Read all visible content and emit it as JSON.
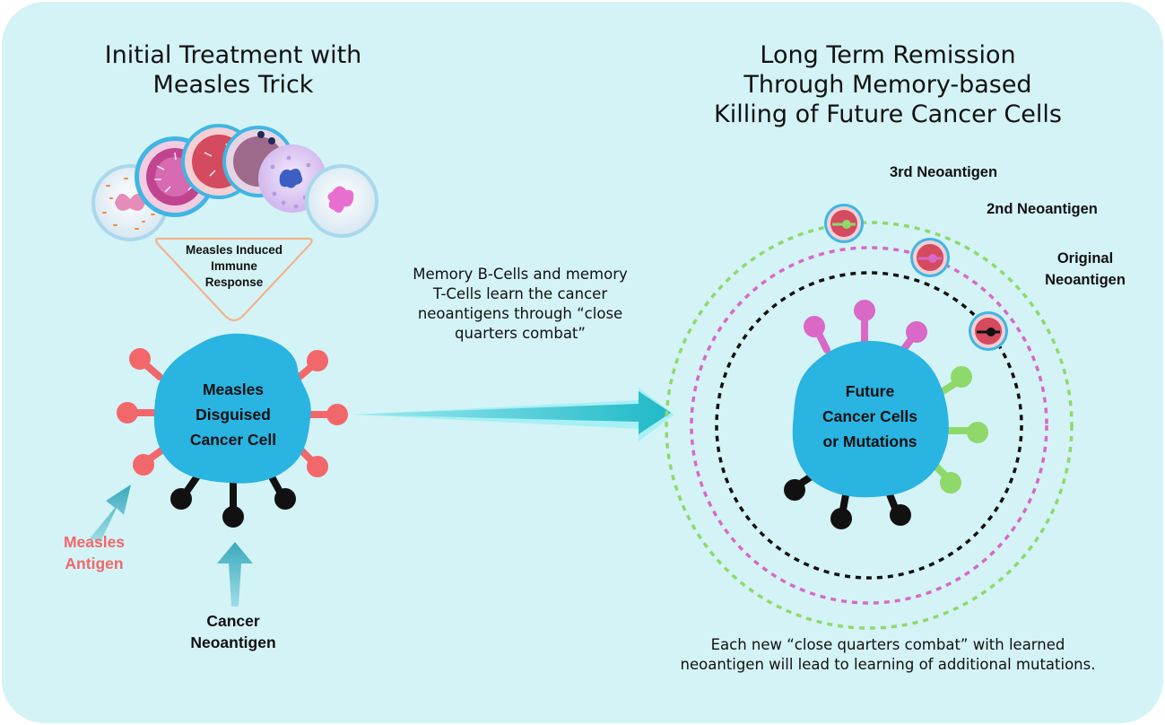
{
  "left": {
    "title_line1": "Initial Treatment with",
    "title_line2": "Measles Trick",
    "immune_label_line1": "Measles Induced",
    "immune_label_line2": "Immune",
    "immune_label_line3": "Response",
    "cell_label_line1": "Measles",
    "cell_label_line2": "Disguised",
    "cell_label_line3": "Cancer Cell",
    "measles_antigen_line1": "Measles",
    "measles_antigen_line2": "Antigen",
    "cancer_neoantigen_line1": "Cancer",
    "cancer_neoantigen_line2": "Neoantigen"
  },
  "middle": {
    "line1": "Memory B-Cells and memory",
    "line2": "T-Cells learn the cancer",
    "line3": "neoantigens through “close",
    "line4": "quarters combat”"
  },
  "right": {
    "title_line1": "Long Term Remission",
    "title_line2": "Through Memory-based",
    "title_line3": "Killing of Future Cancer Cells",
    "ring_3": "3rd Neoantigen",
    "ring_2": "2nd Neoantigen",
    "ring_1_line1": "Original",
    "ring_1_line2": "Neoantigen",
    "cell_label_line1": "Future",
    "cell_label_line2": "Cancer Cells",
    "cell_label_line3": "or Mutations",
    "footer_line1": "Each new “close quarters combat” with learned",
    "footer_line2": "neoantigen will lead to learning of additional mutations."
  },
  "colors": {
    "background": "#d4f3f7",
    "cell_blue": "#29b4e2",
    "measles_red": "#f2676a",
    "neoantigen_black": "#111111",
    "neo_pink": "#d968c6",
    "neo_green": "#8ed96a",
    "arrow_teal": "#33c4cf",
    "triangle_outline": "#f2b38a"
  },
  "icons": {
    "immune_cells": "immune-cell-cluster-icon",
    "arrow": "right-arrow-icon"
  }
}
